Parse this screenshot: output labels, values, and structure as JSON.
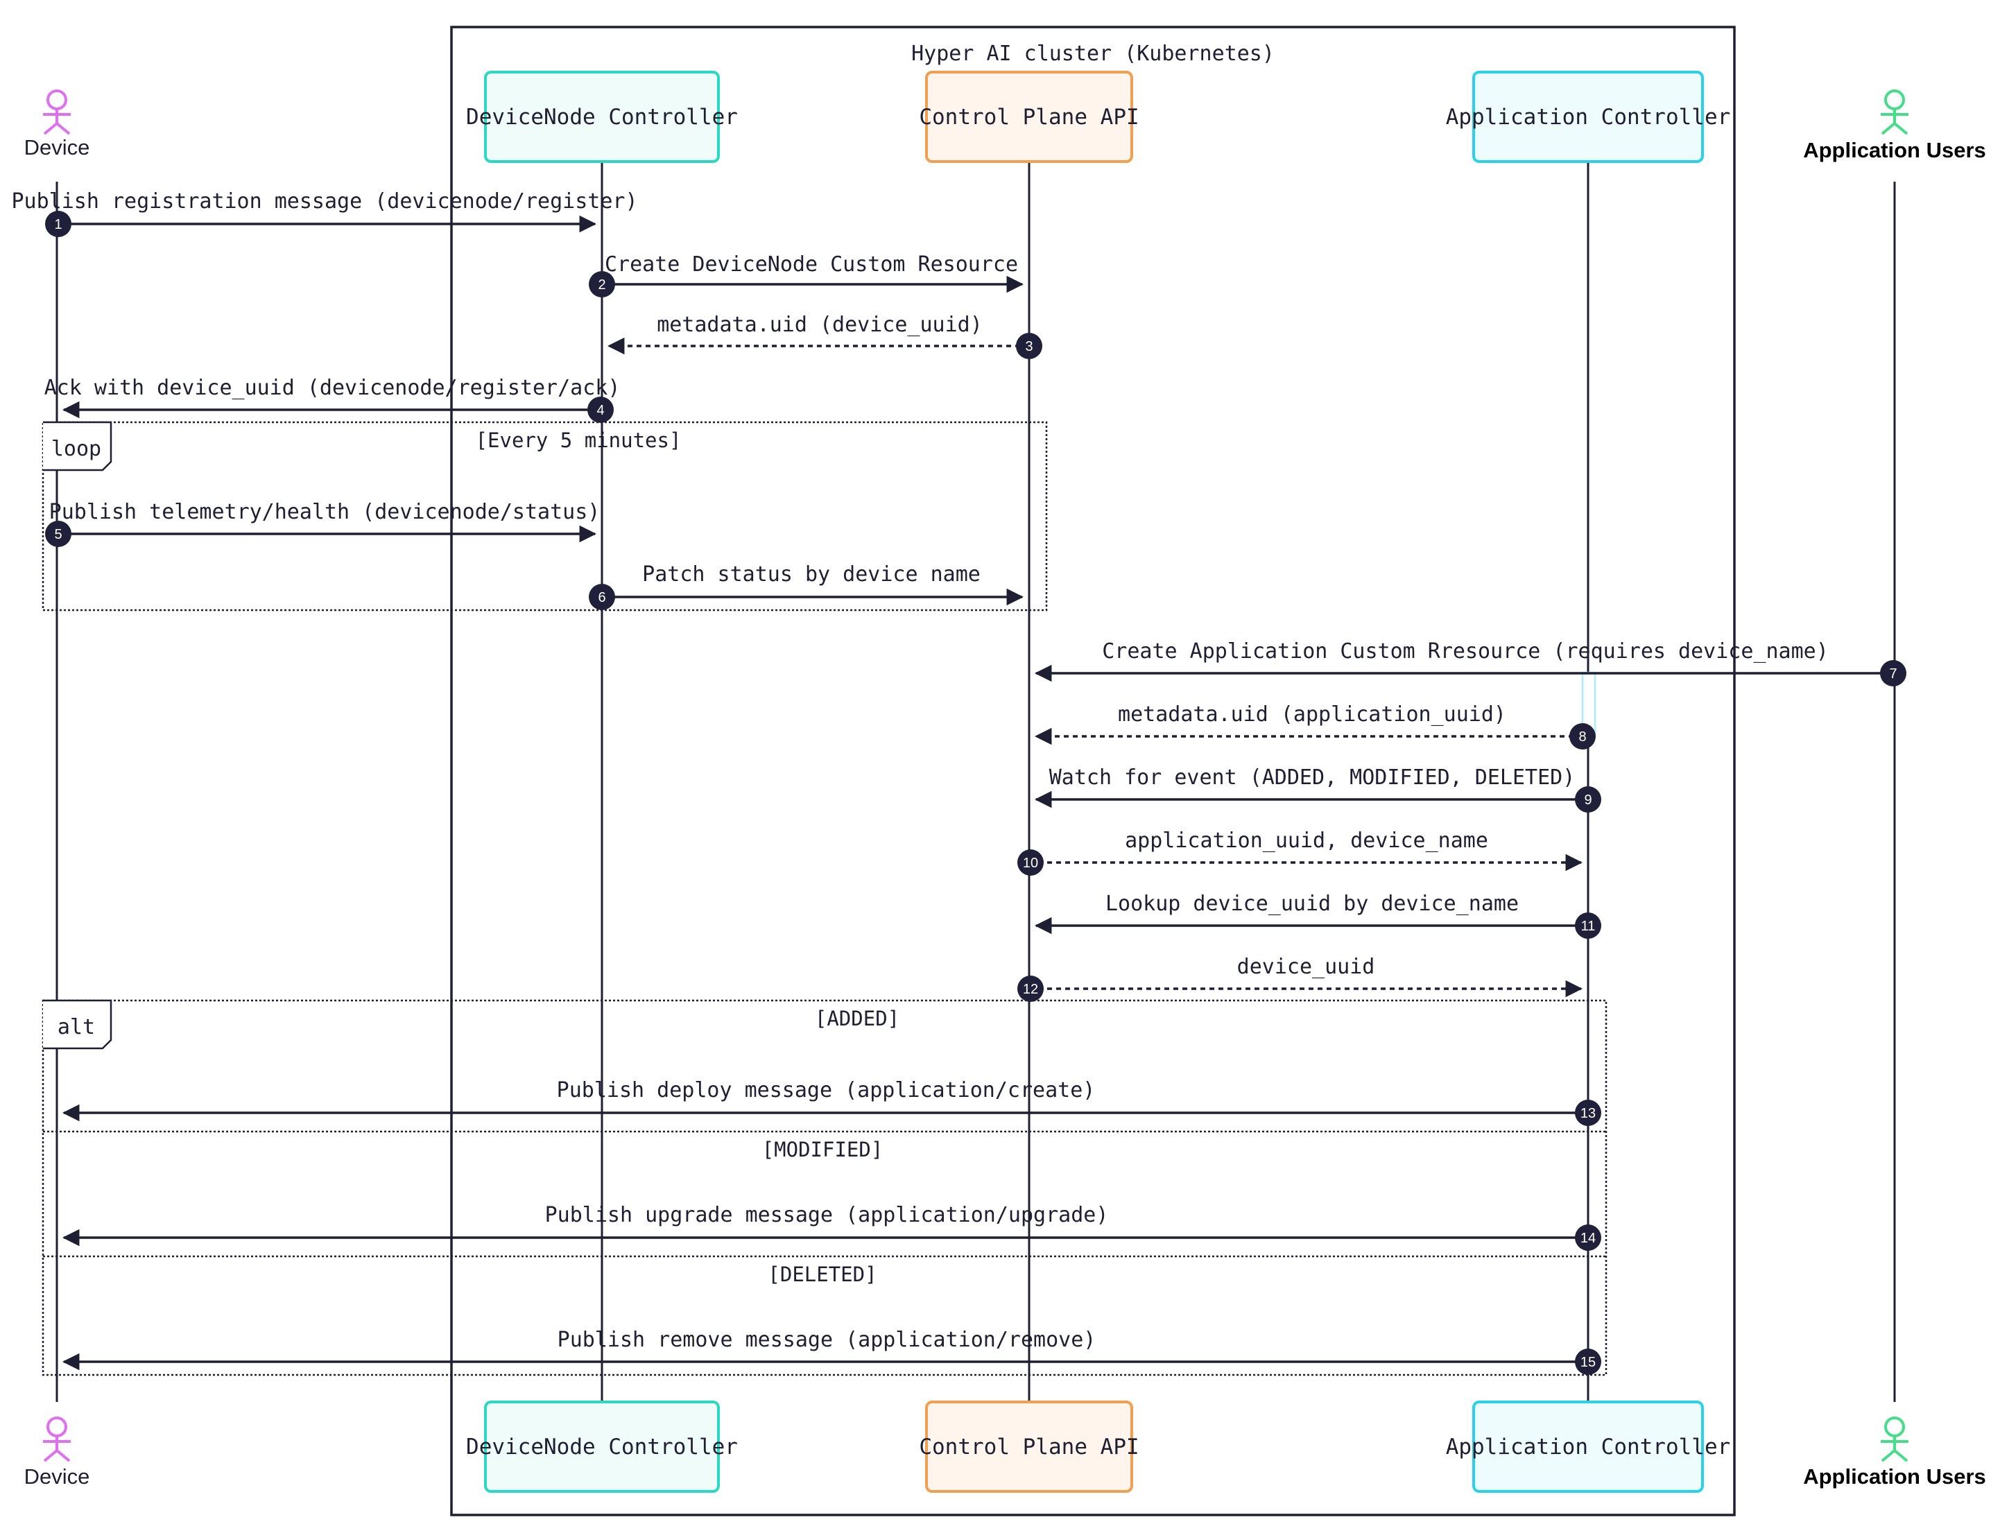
{
  "cluster": {
    "title": "Hyper AI cluster (Kubernetes)"
  },
  "participants": [
    {
      "id": "device",
      "label": "Device",
      "kind": "person",
      "color": "#e06ef0"
    },
    {
      "id": "dnc",
      "label": "DeviceNode Controller",
      "kind": "box",
      "stroke": "#2ad9c4",
      "fill": "#f0fcfa"
    },
    {
      "id": "cpa",
      "label": "Control Plane API",
      "kind": "box",
      "stroke": "#f0a050",
      "fill": "#fff5ec"
    },
    {
      "id": "ac",
      "label": "Application Controller",
      "kind": "box",
      "stroke": "#28d3ea",
      "fill": "#effcfe"
    },
    {
      "id": "users",
      "label": "Application Users",
      "kind": "person",
      "color": "#44dd88"
    }
  ],
  "messages": [
    {
      "n": "1",
      "from": "device",
      "to": "dnc",
      "text": "Publish registration message (devicenode/register)",
      "style": "solid"
    },
    {
      "n": "2",
      "from": "dnc",
      "to": "cpa",
      "text": "Create DeviceNode Custom Resource",
      "style": "solid"
    },
    {
      "n": "3",
      "from": "cpa",
      "to": "dnc",
      "text": "metadata.uid (device_uuid)",
      "style": "dashed"
    },
    {
      "n": "4",
      "from": "dnc",
      "to": "device",
      "text": "Ack with device_uuid (devicenode/register/ack)",
      "style": "solid"
    },
    {
      "n": "5",
      "from": "device",
      "to": "dnc",
      "text": "Publish telemetry/health (devicenode/status)",
      "style": "solid"
    },
    {
      "n": "6",
      "from": "dnc",
      "to": "cpa",
      "text": "Patch status by device name",
      "style": "solid"
    },
    {
      "n": "7",
      "from": "users",
      "to": "cpa",
      "text": "Create Application Custom Rresource (requires device_name)",
      "style": "solid"
    },
    {
      "n": "8",
      "from": "ac",
      "to": "cpa",
      "text": "metadata.uid (application_uuid)",
      "style": "dashed"
    },
    {
      "n": "9",
      "from": "ac",
      "to": "cpa",
      "text": "Watch for event (ADDED, MODIFIED, DELETED)",
      "style": "solid"
    },
    {
      "n": "10",
      "from": "cpa",
      "to": "ac",
      "text": "application_uuid, device_name",
      "style": "dashed"
    },
    {
      "n": "11",
      "from": "ac",
      "to": "cpa",
      "text": "Lookup device_uuid by device_name",
      "style": "solid"
    },
    {
      "n": "12",
      "from": "cpa",
      "to": "ac",
      "text": "device_uuid",
      "style": "dashed"
    },
    {
      "n": "13",
      "from": "ac",
      "to": "device",
      "text": "Publish deploy message (application/create)",
      "style": "solid"
    },
    {
      "n": "14",
      "from": "ac",
      "to": "device",
      "text": "Publish upgrade message (application/upgrade)",
      "style": "solid"
    },
    {
      "n": "15",
      "from": "ac",
      "to": "device",
      "text": "Publish remove message (application/remove)",
      "style": "solid"
    }
  ],
  "frames": [
    {
      "kind": "loop",
      "sections": [
        "[Every 5 minutes]"
      ]
    },
    {
      "kind": "alt",
      "sections": [
        "[ADDED]",
        "[MODIFIED]",
        "[DELETED]"
      ]
    }
  ],
  "colors": {
    "ink": "#1f1f33",
    "badge": "#20203a",
    "activation": "#a8eef8"
  }
}
